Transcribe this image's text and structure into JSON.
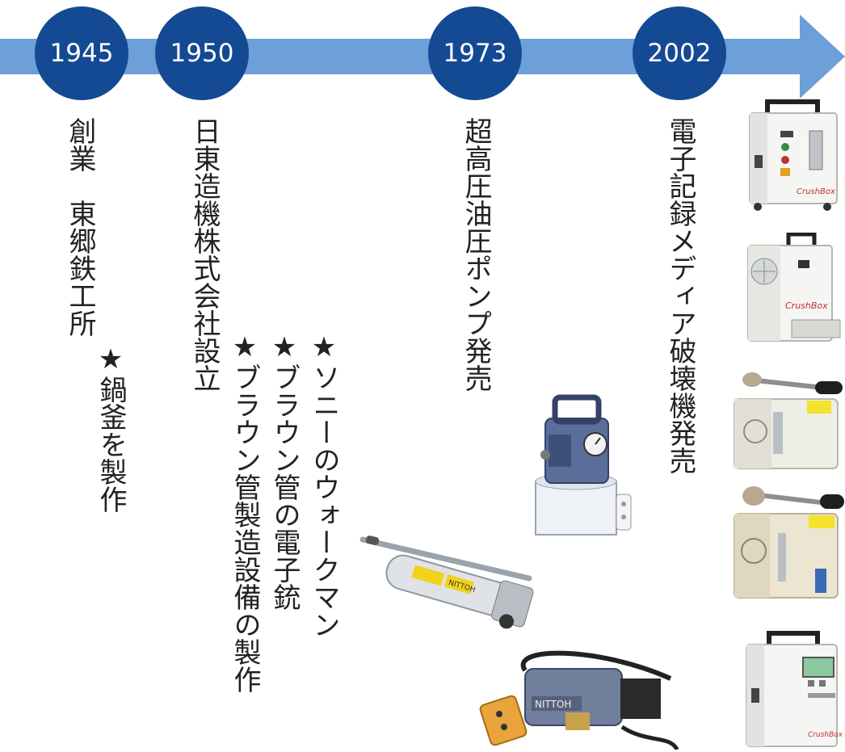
{
  "timeline": {
    "years": [
      "1945",
      "1950",
      "1973",
      "2002"
    ]
  },
  "events": {
    "y1945_main": "創業　東郷鉄工所",
    "y1945_sub": "★鍋釜を製作",
    "y1950_main": "日東造機株式会社設立",
    "y1950_sub1": "★ソニーのウォークマン",
    "y1950_sub2": "★ブラウン管の電子銃",
    "y1950_sub3": "★ブラウン管製造設備の製作",
    "y1973_main": "超高圧油圧ポンプ発売",
    "y2002_main": "電子記録メディア破壊機発売"
  },
  "products": {
    "pump_labels": [
      "NITTOH",
      "NITTOH"
    ],
    "crushbox_labels": [
      "CrushBox",
      "CrushBox",
      "CrushBox"
    ]
  },
  "colors": {
    "arrow": "#6d9fd9",
    "circle": "#144a93",
    "text": "#222222"
  }
}
